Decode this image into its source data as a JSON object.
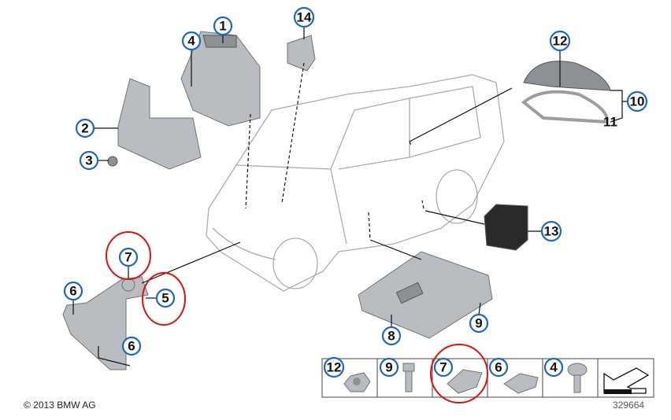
{
  "callouts": {
    "c1": "1",
    "c4": "4",
    "c14": "14",
    "c12": "12",
    "c10": "10",
    "c11": "11",
    "c2": "2",
    "c3": "3",
    "c13": "13",
    "c7": "7",
    "c6a": "6",
    "c5": "5",
    "c6b": "6",
    "c8": "8",
    "c9": "9"
  },
  "strip": [
    {
      "label": "12"
    },
    {
      "label": "9"
    },
    {
      "label": "7"
    },
    {
      "label": "6"
    },
    {
      "label": "4"
    }
  ],
  "copyright": "© 2013 BMW AG",
  "diagram_number": "329664",
  "colors": {
    "callout_ring": "#1a66c9",
    "annotation": "#e01010"
  }
}
